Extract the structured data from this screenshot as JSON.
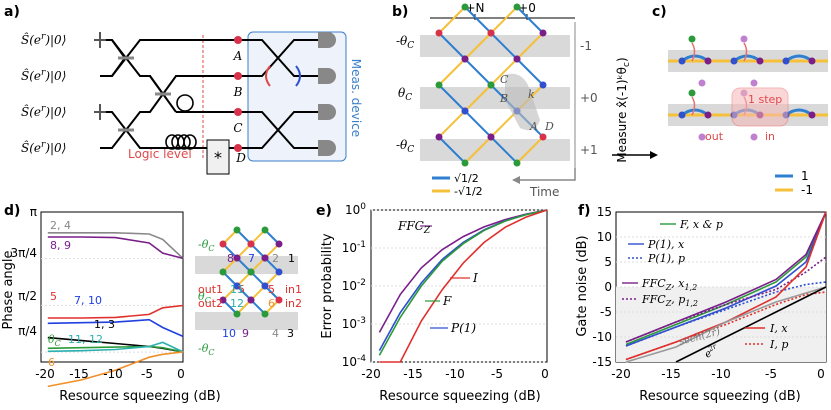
{
  "panels": {
    "a": {
      "label": "a)",
      "inputs": [
        "Ŝ(e",
        "Ŝ(e",
        "Ŝ(e",
        "Ŝ(e"
      ],
      "input_sup": "r",
      "input_tail": ")|0⟩",
      "nodes": [
        "A",
        "B",
        "C",
        "D"
      ],
      "logic_level": "Logic level",
      "meas_device": "Meas. device",
      "star": "*"
    },
    "b": {
      "label": "b)",
      "top_labels": [
        "+N",
        "+0"
      ],
      "row_labels": [
        "-θ",
        "θ",
        "-θ"
      ],
      "row_sub": "C",
      "right_labels": [
        "-1",
        "+0",
        "+1"
      ],
      "nodes": [
        "C",
        "B",
        "k",
        "A",
        "D"
      ],
      "legend": [
        "√1/2",
        "-√1/2"
      ],
      "time": "Time"
    },
    "c": {
      "label": "c)",
      "measure": "Measure x̂(-1)ᵏθ",
      "measure_sub": "c",
      "step": "1 step",
      "out": "out",
      "in": "in",
      "legend": [
        "1",
        "-1"
      ]
    },
    "d": {
      "label": "d)",
      "ylabel": "Phase angle",
      "xlabel": "Resource squeezing (dB)",
      "yticks": [
        "π/4",
        "π/2",
        "3π/4",
        "π"
      ],
      "xticks": [
        "-20",
        "-15",
        "-10",
        "-5",
        "0"
      ],
      "annotations": [
        "2, 4",
        "8, 9",
        "5",
        "7, 10",
        "1, 3",
        "θ",
        "11, 12",
        "6"
      ],
      "theta_sub": "C",
      "inset": {
        "labels": [
          "8",
          "7",
          "2",
          "1",
          "5",
          "5",
          "6",
          "4",
          "3",
          "10",
          "9",
          "11",
          "12"
        ],
        "side": [
          "out1",
          "out2",
          "in1",
          "in2"
        ],
        "theta": [
          "-θ",
          "θ",
          "-θ"
        ]
      }
    },
    "e": {
      "label": "e)",
      "ylabel": "Error probability",
      "xlabel": "Resource squeezing (dB)",
      "yticks": [
        "10",
        "10",
        "10",
        "10",
        "10"
      ],
      "yexp": [
        "-4",
        "-3",
        "-2",
        "-1",
        "0"
      ],
      "xticks": [
        "-20",
        "-15",
        "-10",
        "-5",
        "0"
      ],
      "legend": [
        "FFC",
        "I",
        "F",
        "P(1)"
      ],
      "ffc_sub": "Z"
    },
    "f": {
      "label": "f)",
      "ylabel": "Gate noise (dB)",
      "xlabel": "Resource squeezing (dB)",
      "yticks": [
        "-15",
        "-10",
        "-5",
        "0",
        "5",
        "10",
        "15"
      ],
      "xticks": [
        "-20",
        "-15",
        "-10",
        "-5",
        "0"
      ],
      "legend": [
        "F, x & p",
        "P(1), x",
        "P(1), p",
        "FFC",
        "FFC",
        "I, x",
        "I, p"
      ],
      "ffc_sub": [
        "Z",
        "Z"
      ],
      "ffc_tail": [
        ", x",
        ", p"
      ],
      "ffc_idx": [
        "1,2",
        "1,2"
      ],
      "sech": "sech(2r)",
      "e2r": "e"
    }
  },
  "chart_data": [
    {
      "type": "line",
      "panel": "d",
      "xlabel": "Resource squeezing (dB)",
      "ylabel": "Phase angle",
      "xlim": [
        -21,
        0
      ],
      "ylim": [
        0.62,
        3.14
      ],
      "x": [
        -20,
        -15,
        -10,
        -5,
        -3,
        0
      ],
      "series": [
        {
          "name": "2, 4",
          "values": [
            2.79,
            2.79,
            2.79,
            2.77,
            2.68,
            2.36
          ]
        },
        {
          "name": "8, 9",
          "values": [
            2.72,
            2.72,
            2.71,
            2.62,
            2.45,
            2.36
          ]
        },
        {
          "name": "5",
          "values": [
            1.36,
            1.36,
            1.37,
            1.42,
            1.53,
            1.57
          ]
        },
        {
          "name": "7, 10",
          "values": [
            1.27,
            1.28,
            1.29,
            1.33,
            1.2,
            1.05
          ]
        },
        {
          "name": "1, 3",
          "values": [
            1.03,
            0.98,
            0.93,
            0.88,
            0.85,
            0.79
          ]
        },
        {
          "name": "θ",
          "values": [
            0.85,
            0.86,
            0.87,
            0.88,
            0.86,
            0.79
          ]
        },
        {
          "name": "11, 12",
          "values": [
            0.8,
            0.81,
            0.83,
            0.88,
            0.95,
            0.79
          ]
        },
        {
          "name": "6",
          "values": [
            0.21,
            0.32,
            0.48,
            0.7,
            0.75,
            0.79
          ]
        }
      ]
    },
    {
      "type": "line",
      "panel": "e",
      "xlabel": "Resource squeezing (dB)",
      "ylabel": "Error probability",
      "scale": "log",
      "xlim": [
        -21,
        0
      ],
      "ylim": [
        0.0001,
        1
      ],
      "x": [
        -20,
        -17.5,
        -15,
        -12.5,
        -10,
        -7.5,
        -5,
        -2.5,
        0
      ],
      "series": [
        {
          "name": "FFC",
          "values": [
            0.0006,
            0.006,
            0.03,
            0.09,
            0.2,
            0.36,
            0.56,
            0.78,
            1
          ]
        },
        {
          "name": "P(1)",
          "values": [
            0.0002,
            0.002,
            0.012,
            0.05,
            0.14,
            0.3,
            0.52,
            0.76,
            1
          ]
        },
        {
          "name": "F",
          "values": [
            0.00015,
            0.0015,
            0.01,
            0.045,
            0.13,
            0.29,
            0.51,
            0.75,
            1
          ]
        },
        {
          "name": "I",
          "values": [
            1e-05,
            0.0001,
            0.0012,
            0.008,
            0.04,
            0.14,
            0.35,
            0.65,
            1
          ]
        }
      ]
    },
    {
      "type": "line",
      "panel": "f",
      "xlabel": "Resource squeezing (dB)",
      "ylabel": "Gate noise (dB)",
      "xlim": [
        -21,
        0
      ],
      "ylim": [
        -15,
        15
      ],
      "series": [
        {
          "name": "F, x & p",
          "x": [
            -20,
            -15,
            -10,
            -5,
            -2,
            0
          ],
          "values": [
            -11.5,
            -7.5,
            -3.5,
            1,
            6,
            15
          ]
        },
        {
          "name": "P(1), x",
          "x": [
            -20,
            -15,
            -10,
            -5,
            -2,
            0
          ],
          "values": [
            -11.8,
            -8,
            -4.2,
            0.2,
            5,
            15
          ]
        },
        {
          "name": "P(1), p",
          "x": [
            -20,
            -15,
            -10,
            -5,
            -2,
            0
          ],
          "values": [
            -11.8,
            -8,
            -4.5,
            -1,
            0.5,
            1
          ]
        },
        {
          "name": "FFC, x",
          "x": [
            -20,
            -15,
            -10,
            -5,
            -2,
            0
          ],
          "values": [
            -11,
            -7,
            -3,
            1.5,
            6.5,
            15
          ]
        },
        {
          "name": "FFC, p",
          "x": [
            -20,
            -15,
            -10,
            -5,
            -2,
            0
          ],
          "values": [
            -11,
            -7,
            -3.5,
            -0.5,
            3,
            6
          ]
        },
        {
          "name": "I, x",
          "x": [
            -20,
            -15,
            -10,
            -5,
            -2,
            0
          ],
          "values": [
            -14.5,
            -11,
            -7,
            -2,
            4,
            15
          ]
        },
        {
          "name": "I, p",
          "x": [
            -20,
            -15,
            -10,
            -5,
            -2,
            0
          ],
          "values": [
            -14.5,
            -11,
            -7.5,
            -3.5,
            -1.5,
            -1
          ]
        },
        {
          "name": "sech(2r)",
          "x": [
            -20,
            -15,
            -10,
            -5,
            0
          ],
          "values": [
            -17,
            -12,
            -7,
            -3,
            0
          ]
        },
        {
          "name": "e",
          "x": [
            -15,
            -10,
            -5,
            0
          ],
          "values": [
            -15,
            -10,
            -5,
            0
          ]
        }
      ]
    }
  ]
}
